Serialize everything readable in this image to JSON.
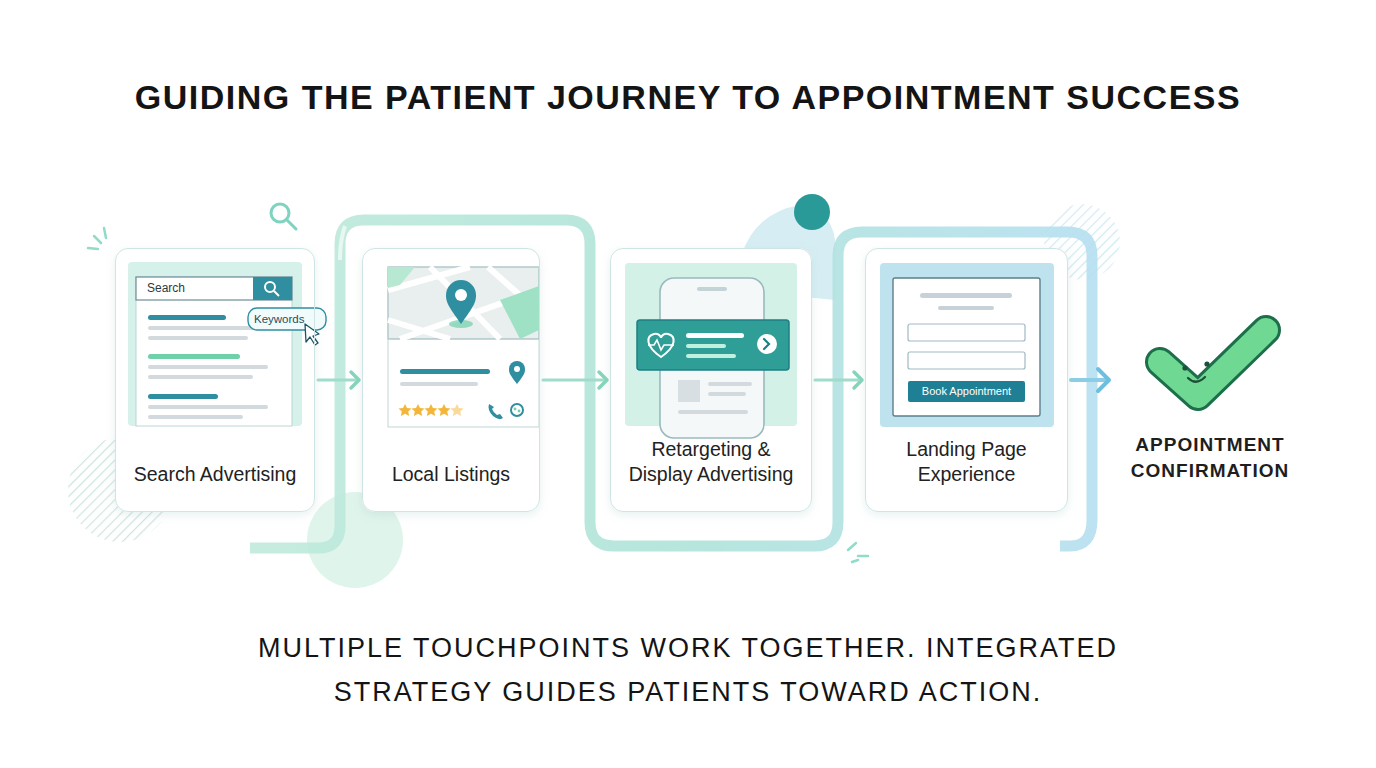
{
  "diagram": {
    "title": "GUIDING THE PATIENT JOURNEY TO APPOINTMENT SUCCESS",
    "caption": "MULTIPLE TOUCHPOINTS WORK TOGETHER. INTEGRATED STRATEGY GUIDES PATIENTS TOWARD ACTION.",
    "nodes": [
      {
        "text": [
          "Search Advertising"
        ]
      },
      {
        "text": [
          "Local Listings"
        ]
      },
      {
        "text": [
          "Retargeting & Display Advertising"
        ]
      },
      {
        "text": [
          "Landing Page Experience"
        ]
      },
      {
        "text": [
          "APPOINTMENT CONFIRMATION"
        ]
      }
    ],
    "edges": [
      {
        "from": 0,
        "to": 1,
        "arrow": "to"
      },
      {
        "from": 1,
        "to": 2,
        "arrow": "to"
      },
      {
        "from": 2,
        "to": 3,
        "arrow": "to"
      },
      {
        "from": 3,
        "to": 4,
        "arrow": "to"
      }
    ],
    "labels": [
      "Search",
      "Keywords",
      "Book Appointment"
    ]
  }
}
